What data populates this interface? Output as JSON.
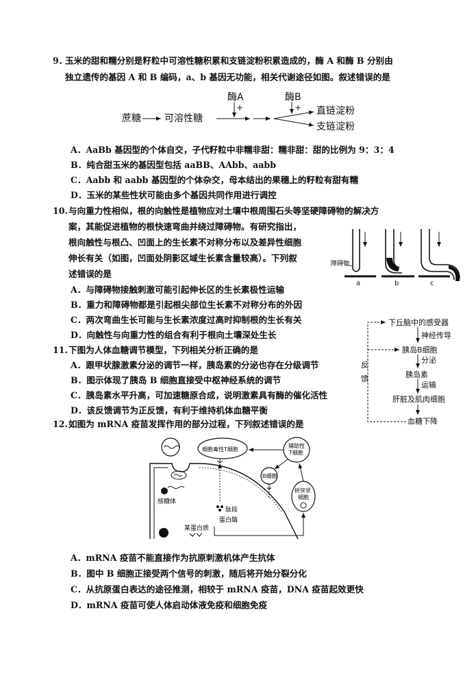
{
  "q9": {
    "num": "9．",
    "stem1": "玉米的甜和糯分别是籽粒中可溶性糖积累和支链淀粉积累造成的，酶 A 和酶 B 分别由",
    "stem2": "独立遗传的基因 A 和 B 编码，a、b 基因无功能，相关代谢途径如图。叙述错误的是",
    "fig": {
      "enzyme_a": "酶A",
      "enzyme_b": "酶B",
      "plus": "+",
      "sucrose": "蔗糖",
      "soluble_sugar": "可溶性糖",
      "amylose": "直链淀粉",
      "amylopectin": "支链淀粉"
    },
    "A": "A．AaBb 基因型的个体自交，子代籽粒中非糯非甜：糯非甜：甜的比例为 9：3：4",
    "B": "B．纯合甜玉米的基因型包括 aaBB、AAbb、aabb",
    "C": "C．Aabb 和 aabb 基因型的个体杂交，母本结出的果穗上的籽粒有甜有糯",
    "D": "D．玉米的某些性状可能由多个基因共同作用进行调控"
  },
  "q10": {
    "num": "10.",
    "stem1": "与向重力性相似，根的向触性是植物应对土壤中根周围石头等坚硬障碍物的解决方",
    "stem2": "案，其能促进植物的根快速弯曲并绕过障碍物。有研究指出，",
    "stem3": "根向触性与根凸、凹面上的生长素不对称分布以及差异性细胞",
    "stem4": "伸长有关（如图，凹面处阴影区域生长素含量较高）。下列叙",
    "stem5": "述错误的是",
    "fig": {
      "obstacle": "障碍物",
      "a": "a",
      "b": "b",
      "c": "c"
    },
    "A": "A．与障碍物接触刺激可能引起伸长区的生长素极性运输",
    "B": "B．重力和障碍物都是引起根尖部位生长素不对称分布的外因",
    "C": "C．两次弯曲生长可能与生长素浓度过高时抑制根的生长有关",
    "D": "D．向触性与向重力性的组合有利于根向土壤深处生长"
  },
  "q11": {
    "num": "11.",
    "stem": "下图为人体血糖调节模型，下列相关分析正确的是",
    "fig": {
      "receptor": "下丘脑中的感受器",
      "nerve": "神经传导",
      "b_cell": "胰岛B细胞",
      "secrete": "分泌",
      "insulin": "胰岛素",
      "transport": "运输",
      "liver": "肝脏及肌肉细胞",
      "fall": "血糖下降",
      "feedback1": "反",
      "feedback2": "馈"
    },
    "A": "A．跟甲状腺激素分泌的调节一样，胰岛素的分泌也存在分级调节",
    "B": "B．图示体现了胰岛 B 细胞直接受中枢神经系统的调节",
    "C": "C．胰岛素水平升高，可加速糖原合成，说明激素具有酶的催化活性",
    "D": "D．该反馈调节为正反馈，有利于维持机体血糖平衡"
  },
  "q12": {
    "num": "12.",
    "stem": "如图为 mRNA 疫苗发挥作用的部分过程，下列叙述错误的是",
    "fig": {
      "ctl": "细胞毒性T细胞",
      "th1": "辅助性",
      "th2": "T细胞",
      "bcell": "B细胞",
      "dc1": "树突状",
      "dc2": "细胞",
      "ribosome": "核糖体",
      "peptide": "肽段",
      "protein": "某蛋白质",
      "protease": "蛋白酶"
    },
    "A": "A．mRNA 疫苗不能直接作为抗原刺激机体产生抗体",
    "B": "B．图中 B 细胞正接受两个信号的刺激，随后将开始分裂分化",
    "C": "C．从抗原蛋白表达的途径推测，相较于 mRNA 疫苗，DNA 疫苗起效更快",
    "D": "D．mRNA 疫苗可使人体启动体液免疫和细胞免疫"
  }
}
